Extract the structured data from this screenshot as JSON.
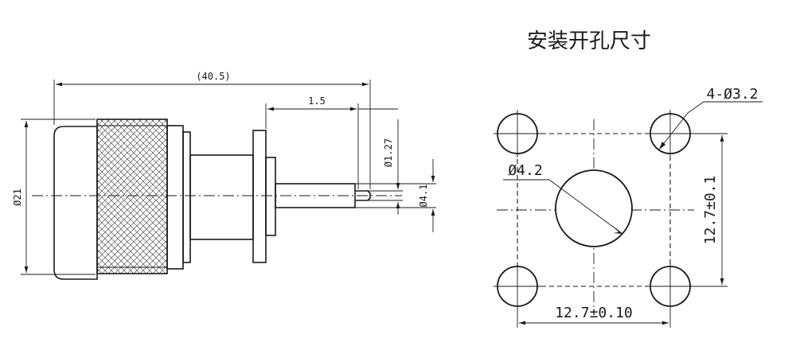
{
  "panel_title": "安装开孔尺寸",
  "side_view": {
    "overall_length": "(40.5)",
    "pin_step": "1.5",
    "pin_diameter": "Ø1.27",
    "body_diameter": "Ø21",
    "dielectric_diameter": "Ø4.1"
  },
  "panel_cutout": {
    "mount_holes": "4-Ø3.2",
    "center_hole": "Ø4.2",
    "horizontal_spacing": "12.7±0.10",
    "vertical_spacing": "12.7±0.1"
  }
}
